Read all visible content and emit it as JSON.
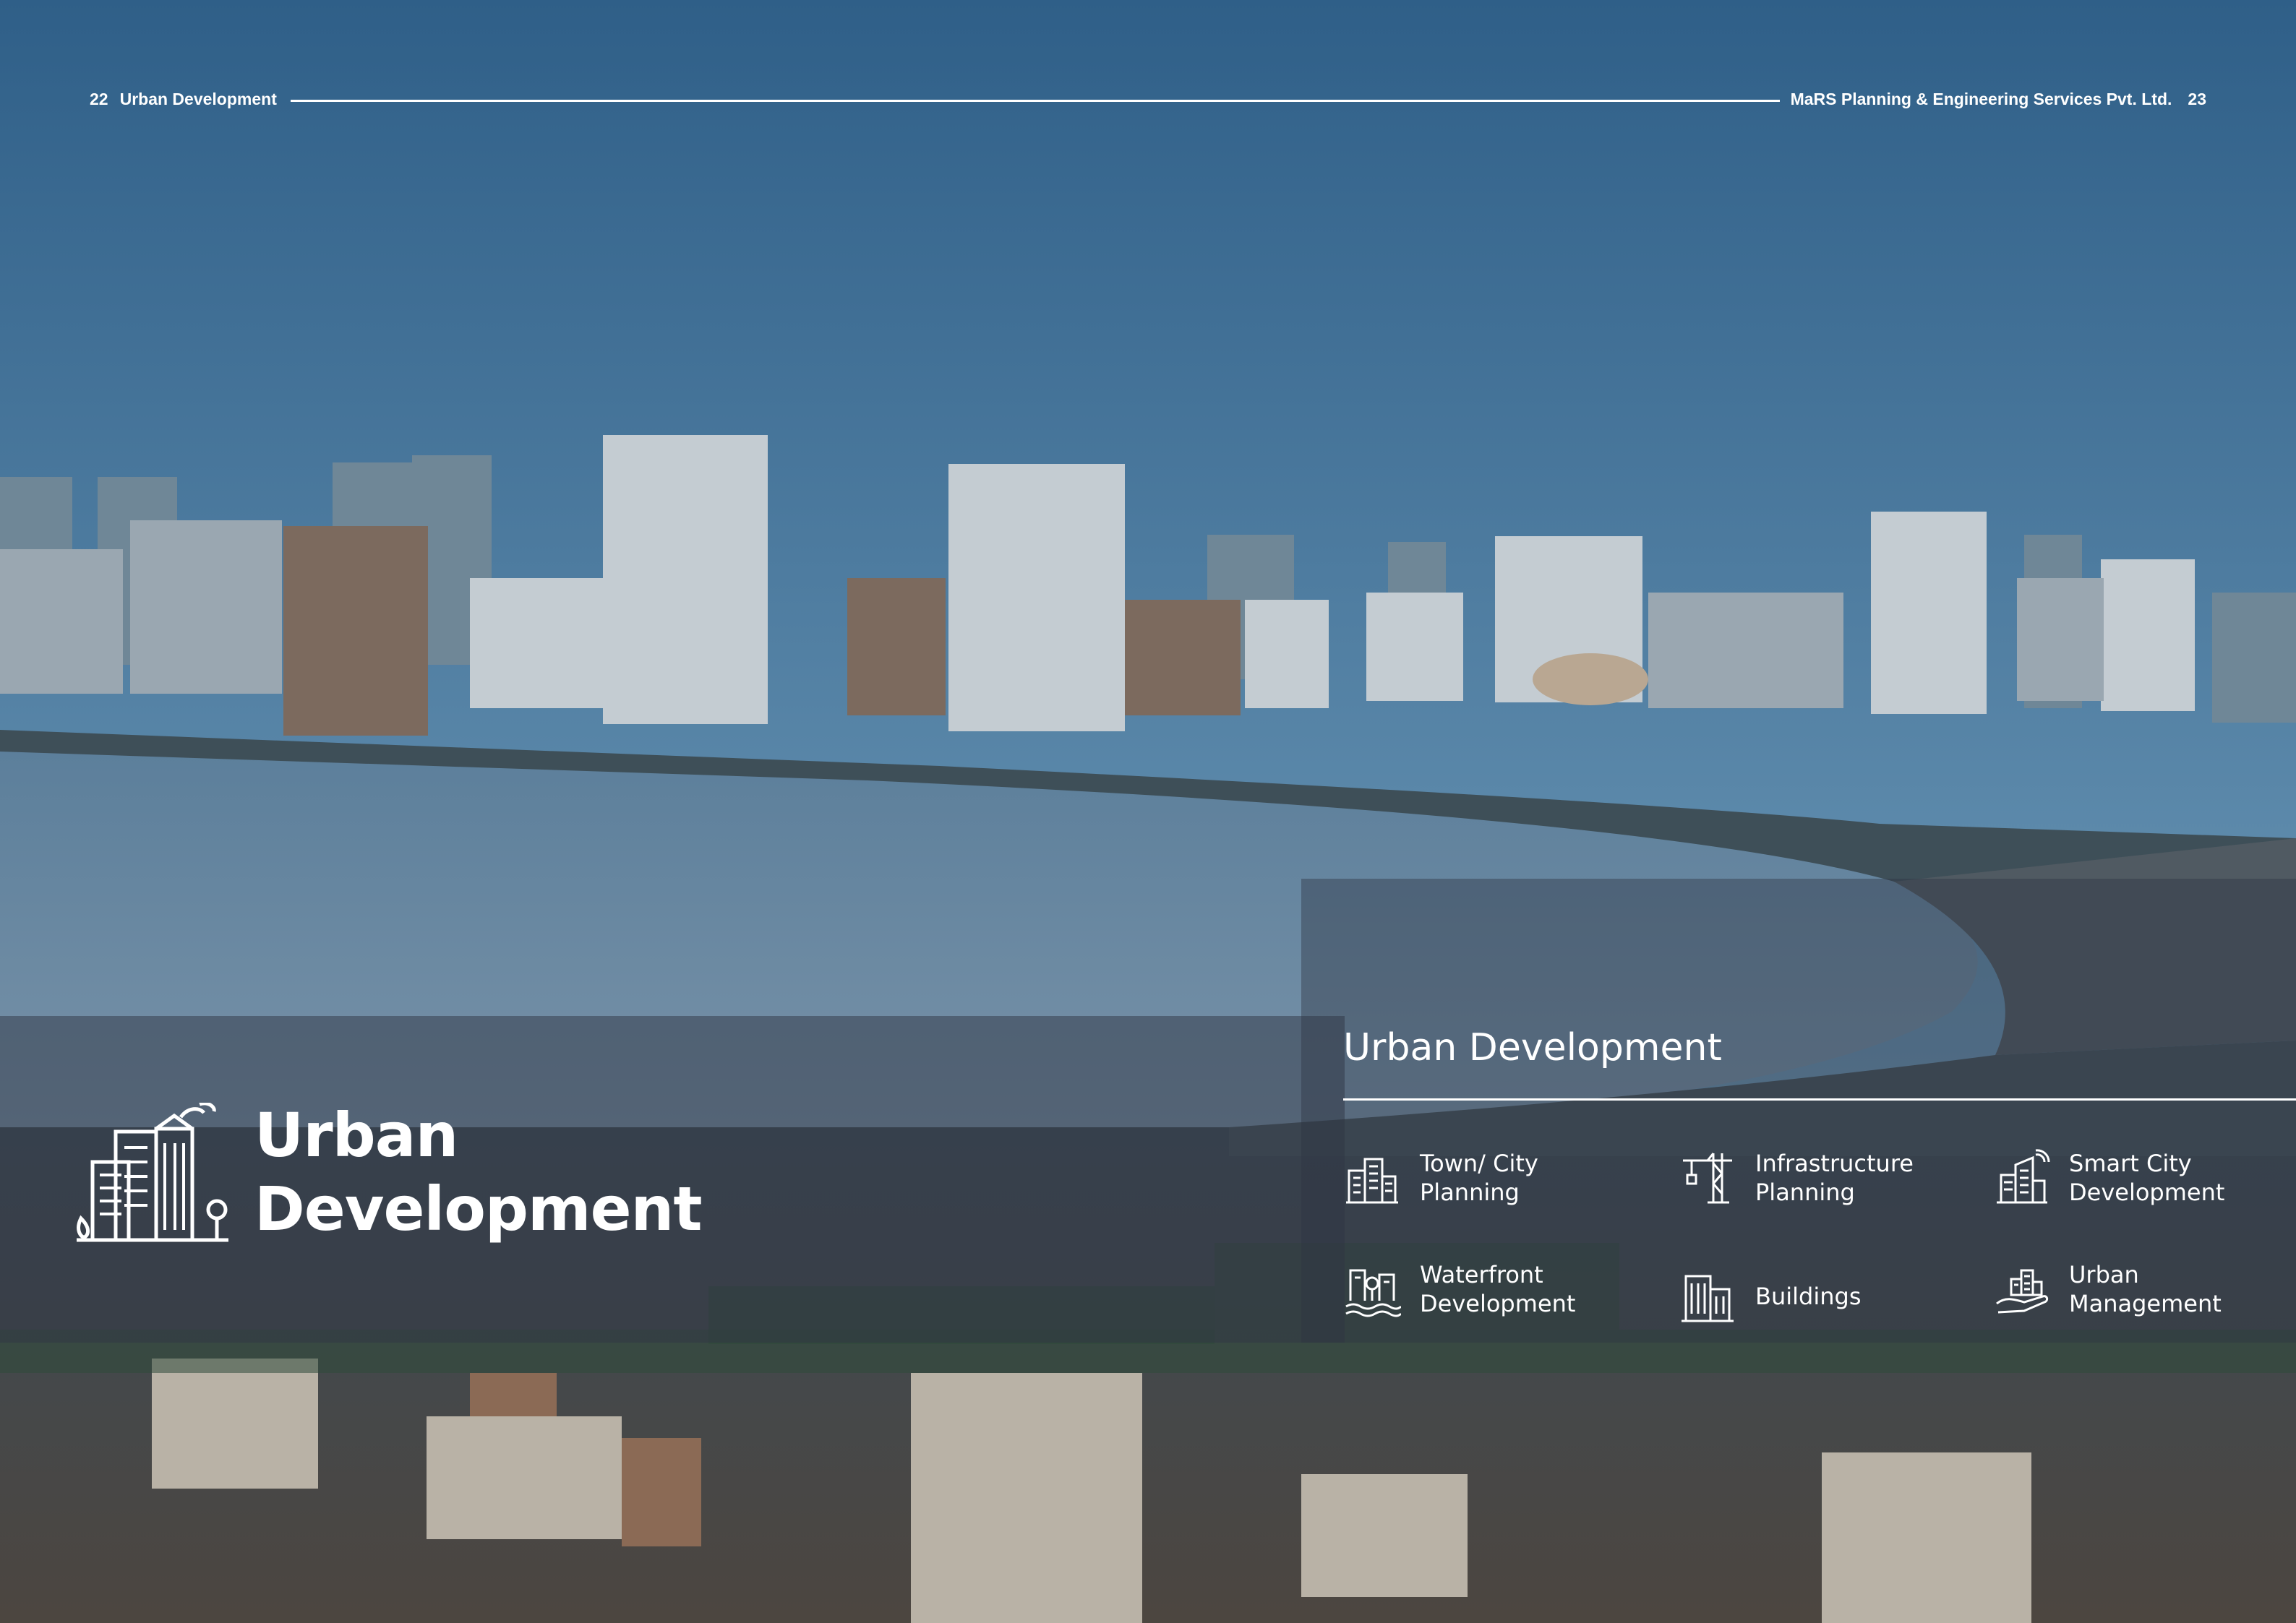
{
  "header": {
    "left_page_number": "22",
    "left_section": "Urban Development",
    "right_company": "MaRS Planning & Engineering Services Pvt. Ltd.",
    "right_page_number": "23"
  },
  "hero": {
    "title_line1": "Urban",
    "title_line2": "Development",
    "icon": "city-buildings-icon"
  },
  "services": {
    "heading": "Urban Development",
    "items": [
      {
        "line1": "Town/ City",
        "line2": "Planning",
        "icon": "town-planning-icon"
      },
      {
        "line1": "Infrastructure",
        "line2": "Planning",
        "icon": "crane-icon"
      },
      {
        "line1": "Smart City",
        "line2": "Development",
        "icon": "smart-city-icon"
      },
      {
        "line1": "Waterfront",
        "line2": "Development",
        "icon": "waterfront-icon"
      },
      {
        "line1": "Buildings",
        "line2": "",
        "icon": "building-icon"
      },
      {
        "line1": "Urban",
        "line2": "Management",
        "icon": "urban-management-icon"
      }
    ]
  },
  "colors": {
    "sky": "#3a6a92",
    "water": "#4d6f8a",
    "band_overlay": "#303644",
    "text": "#ffffff"
  }
}
